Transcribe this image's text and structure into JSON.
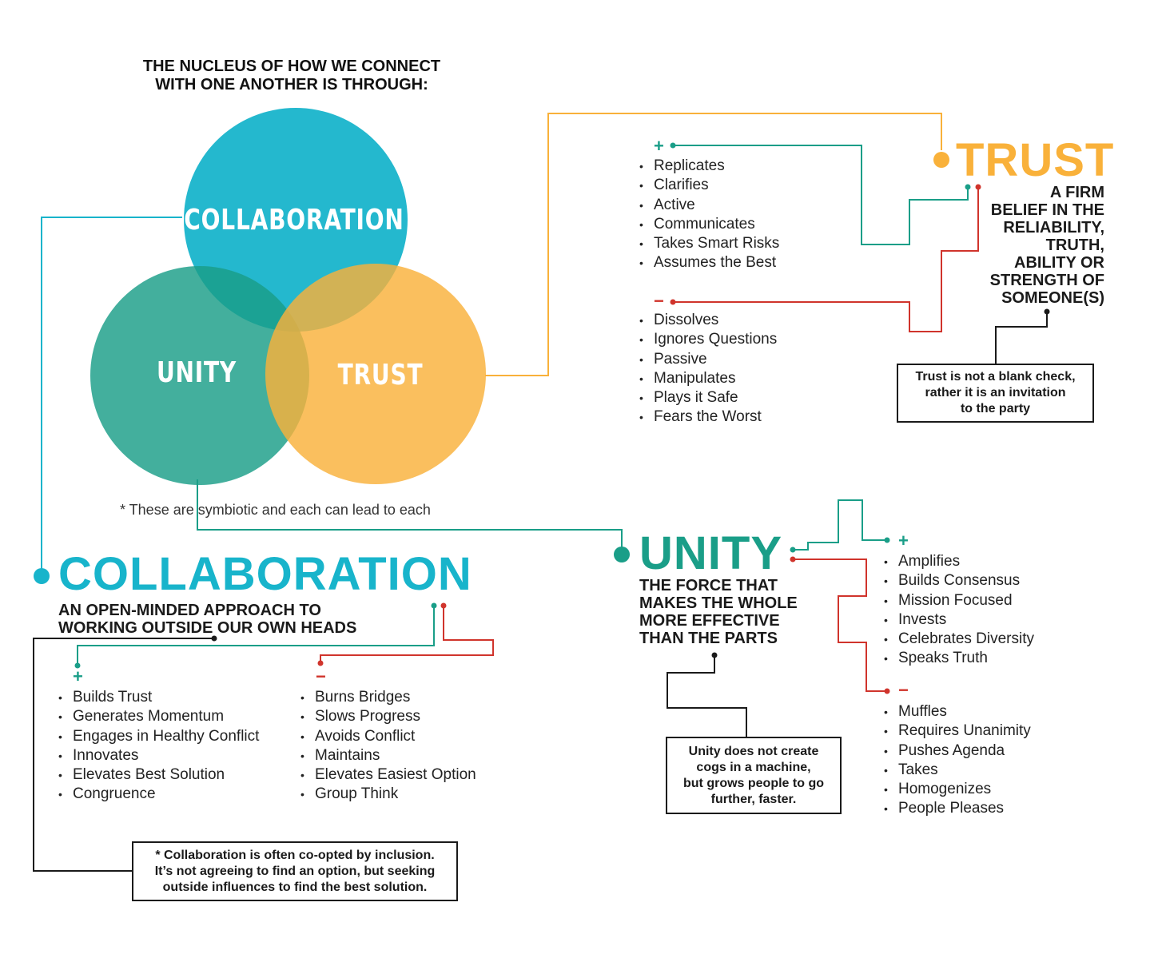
{
  "intro": {
    "line1": "THE NUCLEUS OF HOW WE CONNECT",
    "line2": "WITH ONE ANOTHER IS THROUGH:"
  },
  "venn": {
    "collaboration_label": "COLLABORATION",
    "unity_label": "UNITY",
    "trust_label": "TRUST",
    "footnote": "* These are symbiotic and each can lead to each"
  },
  "colors": {
    "blue": "#18b4cb",
    "teal": "#1a9e88",
    "orange": "#f9b13a",
    "red": "#d0342c",
    "line": "#1a1a1a"
  },
  "trust": {
    "title": "TRUST",
    "definition": [
      "A FIRM",
      "BELIEF IN THE",
      "RELIABILITY,",
      "TRUTH,",
      "ABILITY OR",
      "STRENGTH OF",
      "SOMEONE(S)"
    ],
    "plus_sign": "+",
    "minus_sign": "−",
    "positives": [
      "Replicates",
      "Clarifies",
      "Active",
      "Communicates",
      "Takes Smart Risks",
      "Assumes the Best"
    ],
    "negatives": [
      "Dissolves",
      "Ignores Questions",
      "Passive",
      "Manipulates",
      "Plays it Safe",
      "Fears the Worst"
    ],
    "note_lines": [
      "Trust is not a blank check,",
      "rather it is an invitation",
      "to the party"
    ]
  },
  "collaboration": {
    "title": "COLLABORATION",
    "subtitle_lines": [
      "AN OPEN-MINDED APPROACH TO",
      "WORKING OUTSIDE OUR OWN HEADS"
    ],
    "plus_sign": "+",
    "minus_sign": "−",
    "positives": [
      "Builds Trust",
      "Generates Momentum",
      "Engages in Healthy Conflict",
      "Innovates",
      "Elevates Best Solution",
      "Congruence"
    ],
    "negatives": [
      "Burns Bridges",
      "Slows Progress",
      "Avoids Conflict",
      "Maintains",
      "Elevates Easiest Option",
      "Group Think"
    ],
    "note_lines": [
      "* Collaboration is often co-opted by inclusion.",
      "It’s not agreeing to find an option, but seeking",
      "outside influences to find the best solution."
    ]
  },
  "unity": {
    "title": "UNITY",
    "subtitle_lines": [
      "THE FORCE THAT",
      "MAKES THE WHOLE",
      "MORE EFFECTIVE",
      "THAN THE PARTS"
    ],
    "plus_sign": "+",
    "minus_sign": "−",
    "positives": [
      "Amplifies",
      "Builds Consensus",
      "Mission Focused",
      "Invests",
      "Celebrates Diversity",
      "Speaks Truth"
    ],
    "negatives": [
      "Muffles",
      "Requires Unanimity",
      "Pushes Agenda",
      "Takes",
      "Homogenizes",
      "People Pleases"
    ],
    "note_lines": [
      "Unity does not create",
      "cogs in a machine,",
      "but grows people to go",
      "further, faster."
    ]
  }
}
